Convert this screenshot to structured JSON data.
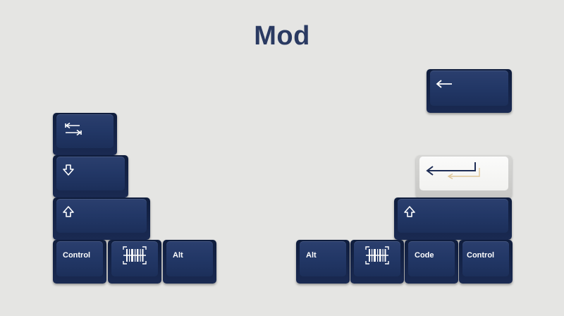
{
  "title": "Mod",
  "colors": {
    "background": "#e5e5e3",
    "title": "#2a3a62",
    "key_navy": "#223766",
    "key_white": "#f7f7f5",
    "legend_on_navy": "#ffffff",
    "legend_on_white_primary": "#1e2d55",
    "legend_on_white_secondary": "#e0c79a"
  },
  "keys": {
    "tab": {
      "icon": "tab-arrows-icon"
    },
    "caps_lock": {
      "icon": "caps-lock-arrow-icon"
    },
    "left_shift": {
      "icon": "shift-arrow-icon"
    },
    "left_control": {
      "label": "Control"
    },
    "left_meta": {
      "icon": "barcode-meta-icon"
    },
    "left_alt": {
      "label": "Alt"
    },
    "backspace": {
      "icon": "backspace-arrow-icon"
    },
    "enter": {
      "icon": "enter-arrow-icon"
    },
    "right_shift": {
      "icon": "shift-arrow-icon"
    },
    "right_alt": {
      "label": "Alt"
    },
    "right_meta": {
      "icon": "barcode-meta-icon"
    },
    "code": {
      "label": "Code"
    },
    "right_control": {
      "label": "Control"
    }
  }
}
